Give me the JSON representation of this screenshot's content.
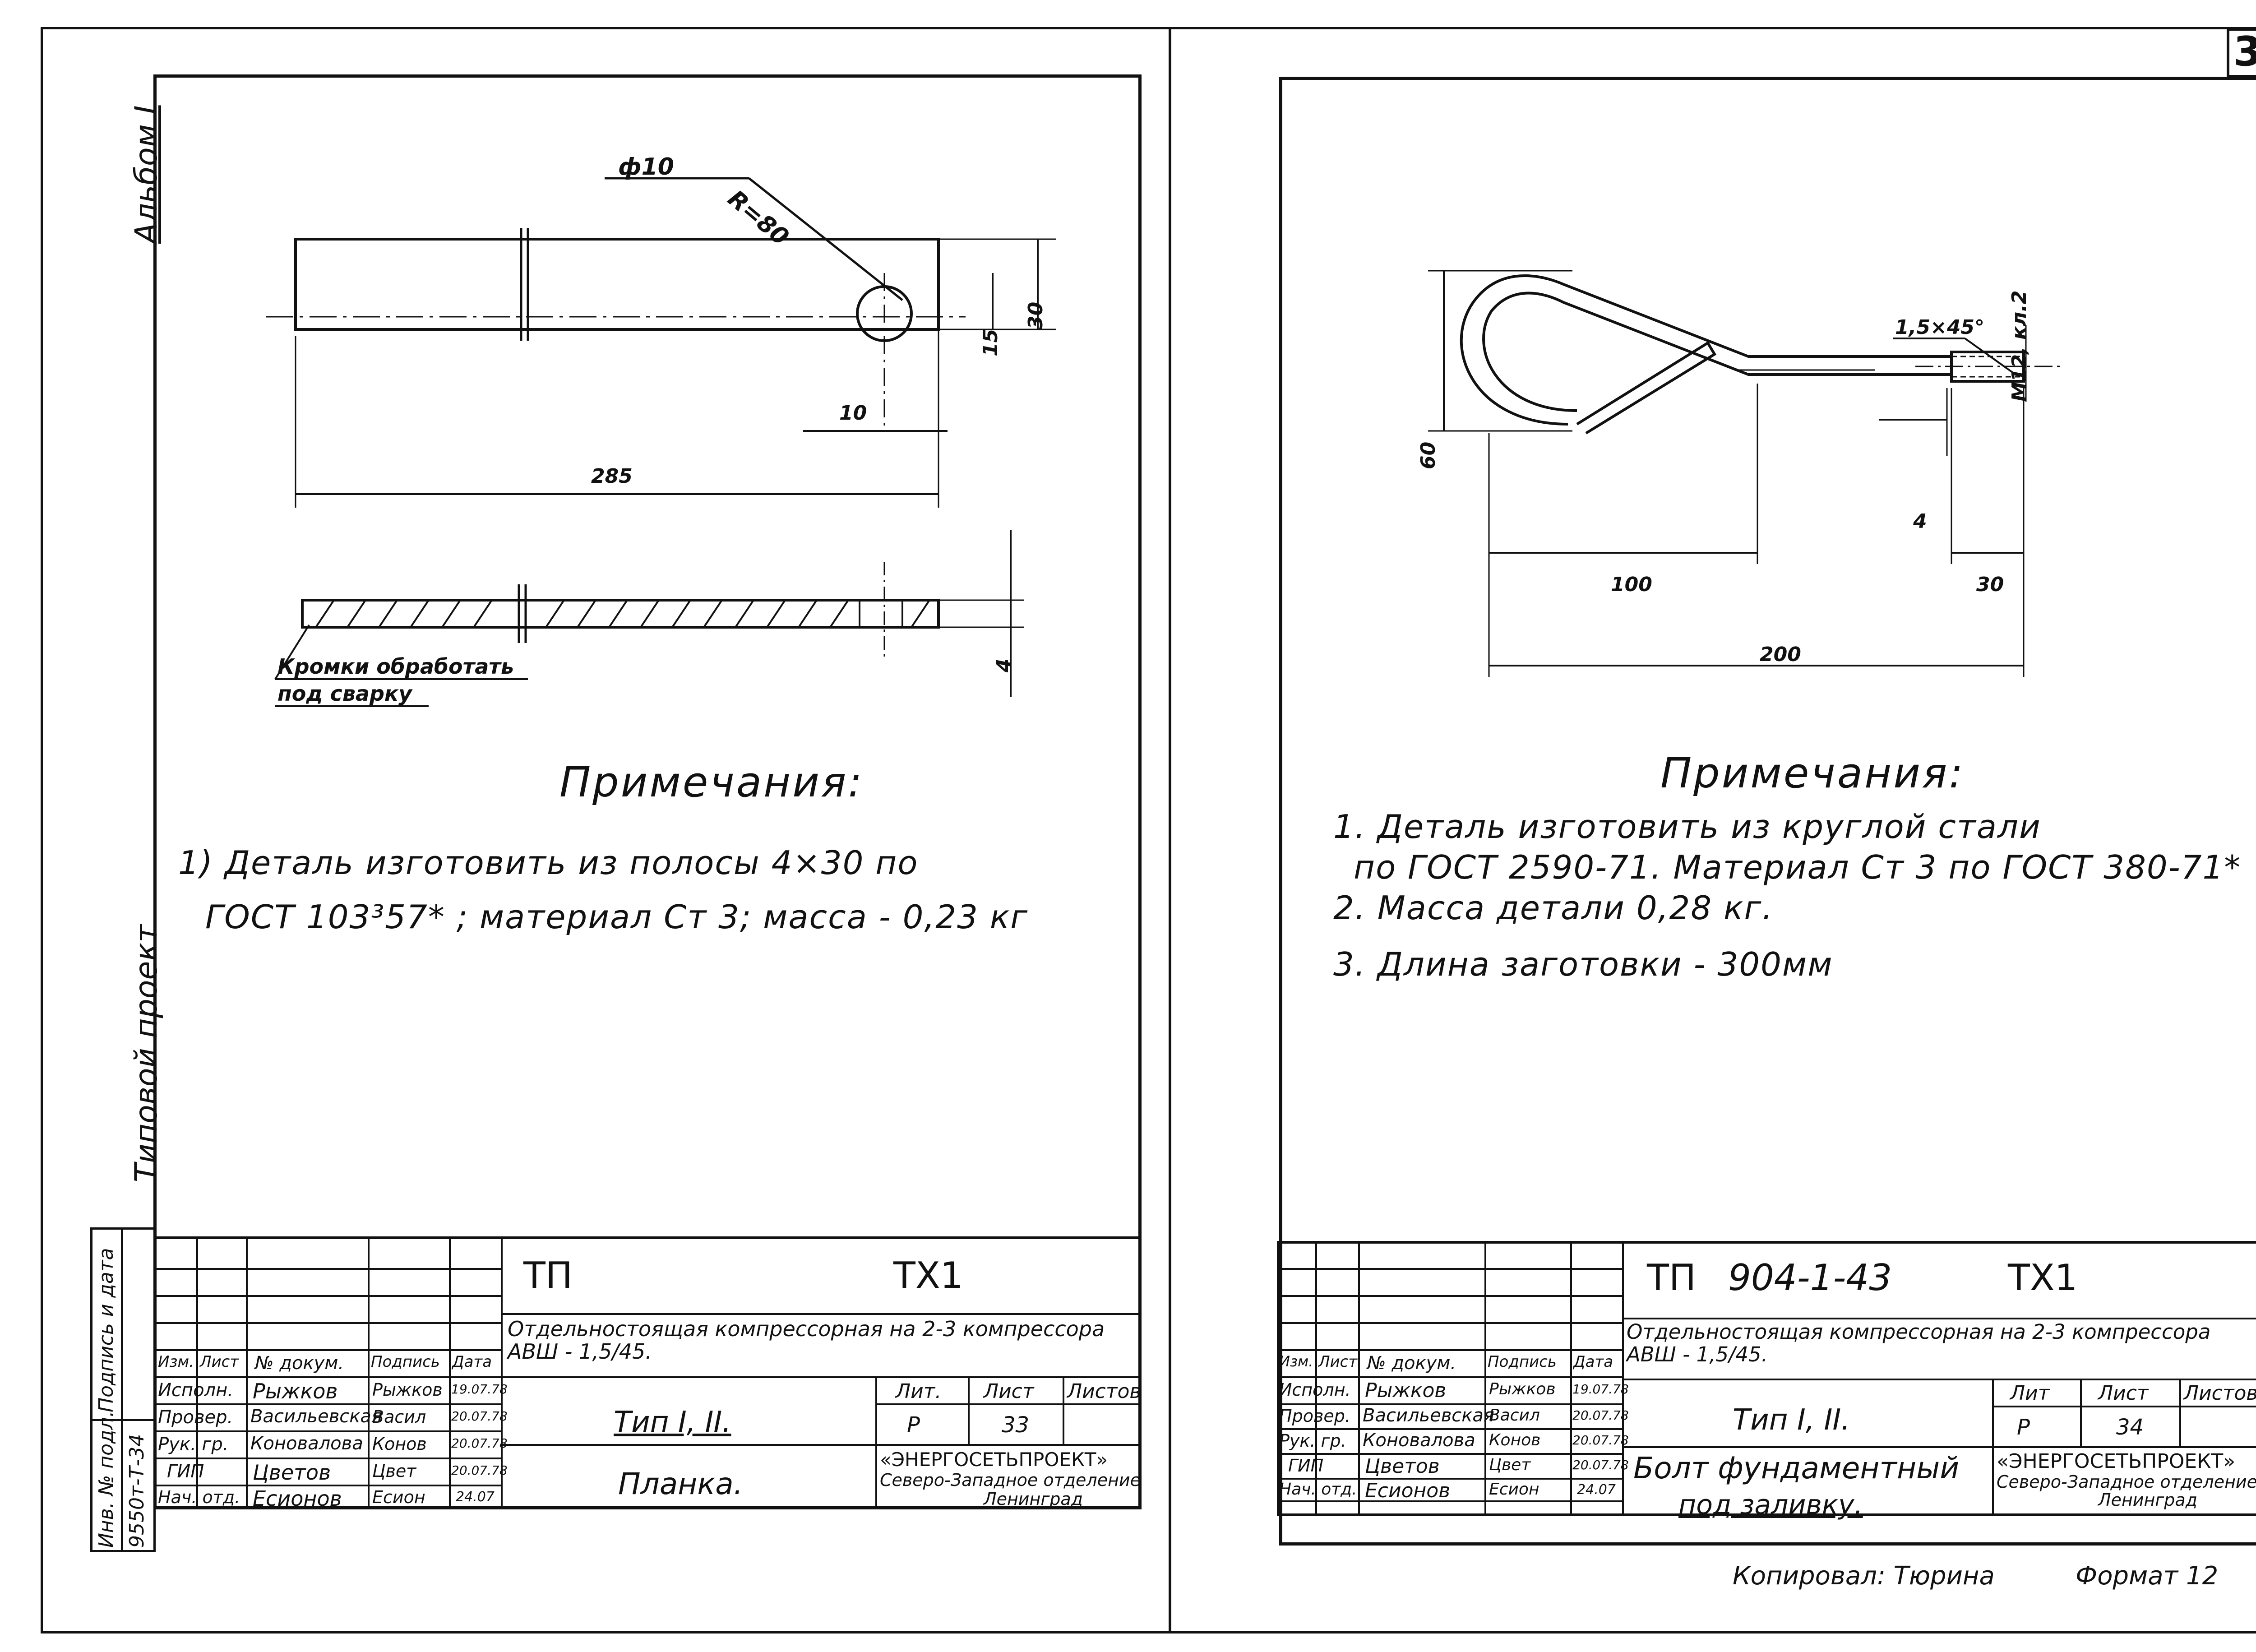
{
  "sheet_number": "33",
  "left_margin": {
    "album": "Альбом I",
    "type_project": "Типовой проект",
    "col_headers": [
      "Инв. № подл.",
      "Подпись и дата"
    ],
    "inventory_no": "9550т-Т-34"
  },
  "left_sheet": {
    "drawing": {
      "dia_label": "ф10",
      "radius_label": "R=80",
      "width_dim": "30",
      "hole_offset_y": "15",
      "hole_offset_x": "10",
      "length_dim": "285",
      "thickness_dim": "4",
      "edge_note_line1": "Кромки обработать",
      "edge_note_line2": "под сварку"
    },
    "notes_title": "Примечания:",
    "notes": [
      "1) Деталь   изготовить  из  полосы 4×30  по",
      "ГОСТ 103³57* ; материал  Ст 3;  масса - 0,23 кг"
    ],
    "stamp": {
      "code_left": "ТП",
      "code_right": "ТХ1",
      "object": "Отдельностоящая компрессорная на 2-3 компрессора",
      "object_2": "АВШ - 1,5/45.",
      "type": "Тип I, II.",
      "title": "Планка.",
      "lit_header": "Лит.",
      "sheet_header": "Лист",
      "sheets_header": "Листов",
      "lit": "Р",
      "sheet": "33",
      "org_1": "«ЭНЕРГОСЕТЬПРОЕКТ»",
      "org_2": "Северо-Западное отделение",
      "org_3": "Ленинград",
      "header_row": [
        "Изм.",
        "Лист",
        "№ докум.",
        "Подпись",
        "Дата"
      ],
      "people": [
        {
          "role": "Исполн.",
          "name": "Рыжков",
          "sign": "Рыжков",
          "date": "19.07.78"
        },
        {
          "role": "Провер.",
          "name": "Васильевская",
          "sign": "Васил",
          "date": "20.07.78"
        },
        {
          "role": "Рук. гр.",
          "name": "Коновалова",
          "sign": "Конов",
          "date": "20.07.78"
        },
        {
          "role": "ГИП",
          "name": "Цветов",
          "sign": "Цвет",
          "date": "20.07.78"
        },
        {
          "role": "Нач. отд.",
          "name": "Есионов",
          "sign": "Есион",
          "date": "24.07"
        }
      ]
    }
  },
  "right_sheet": {
    "drawing": {
      "thread_label": "М12, кл.2",
      "chamfer_label": "1,5×45°",
      "height_dim": "60",
      "loop_dim": "100",
      "thread_len_dim": "30",
      "gap_dim": "4",
      "total_dim": "200"
    },
    "notes_title": "Примечания:",
    "notes": [
      "1. Деталь    изготовить   из   круглой     стали",
      "по ГОСТ 2590-71.  Материал  Ст 3  по  ГОСТ 380-71*",
      "2. Масса    детали  0,28 кг.",
      "3. Длина     заготовки  - 300мм"
    ],
    "stamp": {
      "code_left": "ТП",
      "code_mid": "904-1-43",
      "code_right": "ТХ1",
      "object": "Отдельностоящая компрессорная на 2-3 компрессора",
      "object_2": "АВШ - 1,5/45.",
      "type": "Тип I, II.",
      "title_1": "Болт   фундаментный",
      "title_2": "под   заливку.",
      "lit_header": "Лит",
      "sheet_header": "Лист",
      "sheets_header": "Листов",
      "lit": "Р",
      "sheet": "34",
      "org_1": "«ЭНЕРГОСЕТЬПРОЕКТ»",
      "org_2": "Северо-Западное отделение",
      "org_3": "Ленинград",
      "header_row": [
        "Изм.",
        "Лист",
        "№ докум.",
        "Подпись",
        "Дата"
      ],
      "people": [
        {
          "role": "Исполн.",
          "name": "Рыжков",
          "sign": "Рыжков",
          "date": "19.07.78"
        },
        {
          "role": "Провер.",
          "name": "Васильевская",
          "sign": "Васил",
          "date": "20.07.78"
        },
        {
          "role": "Рук. гр.",
          "name": "Коновалова",
          "sign": "Конов",
          "date": "20.07.78"
        },
        {
          "role": "ГИП",
          "name": "Цветов",
          "sign": "Цвет",
          "date": "20.07.78"
        },
        {
          "role": "Нач. отд.",
          "name": "Есионов",
          "sign": "Есион",
          "date": "24.07"
        }
      ]
    },
    "copied_by": "Копировал:  Тюрина",
    "format": "Формат  12"
  }
}
